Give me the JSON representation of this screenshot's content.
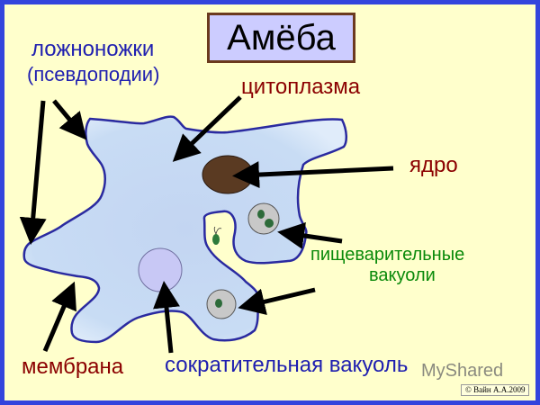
{
  "title": "Амёба",
  "labels": {
    "pseudopodia": "ложноножки",
    "pseudopodia_alt": "(псевдоподии)",
    "cytoplasm": "цитоплазма",
    "nucleus": "ядро",
    "digestive_1": "пищеварительные",
    "digestive_2": "вакуоли",
    "membrane": "мембрана",
    "contractile": "сократительная вакуоль"
  },
  "watermark": "MyShared",
  "copyright": "© Вайн А.А.2009",
  "colors": {
    "background": "#ffffcc",
    "border": "#3344dd",
    "membrane": "#2a2aa0",
    "cell": "#c8dcf4",
    "nucleus": "#5a3a22",
    "label_blue": "#1f1fb0",
    "label_red": "#8b0000",
    "label_green": "#0a8a0a"
  }
}
